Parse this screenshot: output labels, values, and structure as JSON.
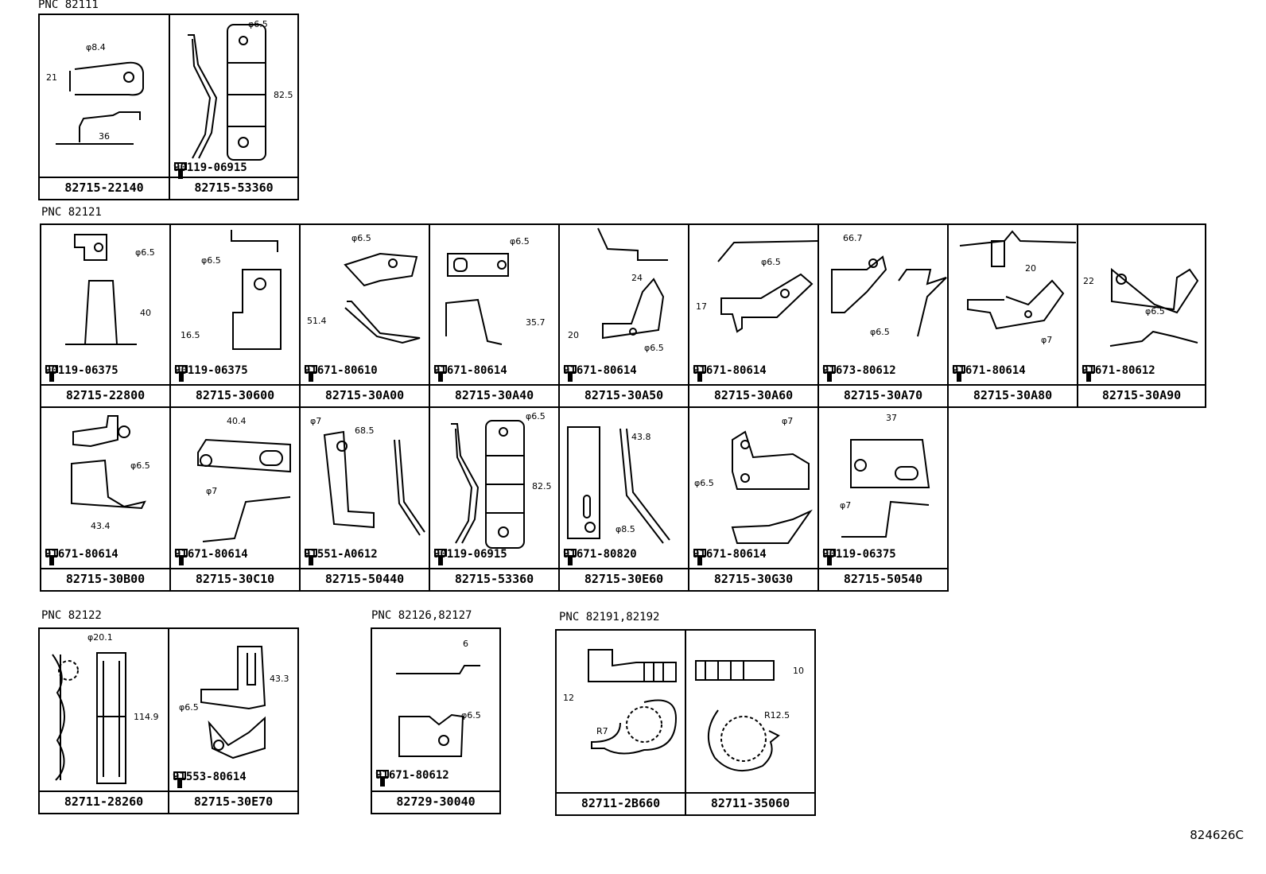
{
  "groups": [
    {
      "pnc": "PNC 82111",
      "cells": [
        {
          "part": "82715-22140",
          "bolt": "",
          "dims": [
            "φ8.4",
            "21",
            "36"
          ]
        },
        {
          "part": "82715-53360",
          "bolt": "90119-06915",
          "dims": [
            "φ6.5",
            "82.5"
          ]
        }
      ]
    },
    {
      "pnc": "PNC 82121",
      "cells": [
        {
          "part": "82715-22800",
          "bolt": "90119-06375",
          "dims": [
            "φ6.5",
            "40"
          ]
        },
        {
          "part": "82715-30600",
          "bolt": "90119-06375",
          "dims": [
            "φ6.5",
            "16.5"
          ]
        },
        {
          "part": "82715-30A00",
          "bolt": "91671-80610",
          "dims": [
            "φ6.5",
            "51.4"
          ]
        },
        {
          "part": "82715-30A40",
          "bolt": "91671-80614",
          "dims": [
            "φ6.5",
            "35.7"
          ]
        },
        {
          "part": "82715-30A50",
          "bolt": "91671-80614",
          "dims": [
            "24",
            "20",
            "φ6.5"
          ]
        },
        {
          "part": "82715-30A60",
          "bolt": "91671-80614",
          "dims": [
            "φ6.5",
            "17"
          ]
        },
        {
          "part": "82715-30A70",
          "bolt": "91673-80612",
          "dims": [
            "66.7",
            "φ6.5"
          ]
        },
        {
          "part": "82715-30A80",
          "bolt": "91671-80614",
          "dims": [
            "20",
            "φ7"
          ]
        },
        {
          "part": "82715-30A90",
          "bolt": "91671-80612",
          "dims": [
            "22",
            "φ6.5"
          ]
        },
        {
          "part": "82715-30B00",
          "bolt": "91671-80614",
          "dims": [
            "φ6.5",
            "43.4"
          ]
        },
        {
          "part": "82715-30C10",
          "bolt": "91671-80614",
          "dims": [
            "40.4",
            "φ7"
          ]
        },
        {
          "part": "82715-50440",
          "bolt": "91551-A0612",
          "dims": [
            "φ7",
            "68.5"
          ]
        },
        {
          "part": "82715-53360",
          "bolt": "90119-06915",
          "dims": [
            "φ6.5",
            "82.5"
          ]
        },
        {
          "part": "82715-30E60",
          "bolt": "91671-80820",
          "dims": [
            "43.8",
            "φ8.5"
          ]
        },
        {
          "part": "82715-30G30",
          "bolt": "91671-80614",
          "dims": [
            "φ7",
            "φ6.5"
          ]
        },
        {
          "part": "82715-50540",
          "bolt": "90119-06375",
          "dims": [
            "37",
            "φ7"
          ]
        }
      ]
    },
    {
      "pnc": "PNC 82122",
      "cells": [
        {
          "part": "82711-28260",
          "bolt": "",
          "dims": [
            "φ20.1",
            "114.9"
          ]
        },
        {
          "part": "82715-30E70",
          "bolt": "91553-80614",
          "dims": [
            "43.3",
            "φ6.5"
          ]
        }
      ]
    },
    {
      "pnc": "PNC 82126,82127",
      "cells": [
        {
          "part": "82729-30040",
          "bolt": "91671-80612",
          "dims": [
            "6",
            "φ6.5"
          ]
        }
      ]
    },
    {
      "pnc": "PNC 82191,82192",
      "cells": [
        {
          "part": "82711-2B660",
          "bolt": "",
          "dims": [
            "12",
            "R7"
          ]
        },
        {
          "part": "82711-35060",
          "bolt": "",
          "dims": [
            "10",
            "R12.5"
          ]
        }
      ]
    }
  ],
  "ref": "824626C"
}
